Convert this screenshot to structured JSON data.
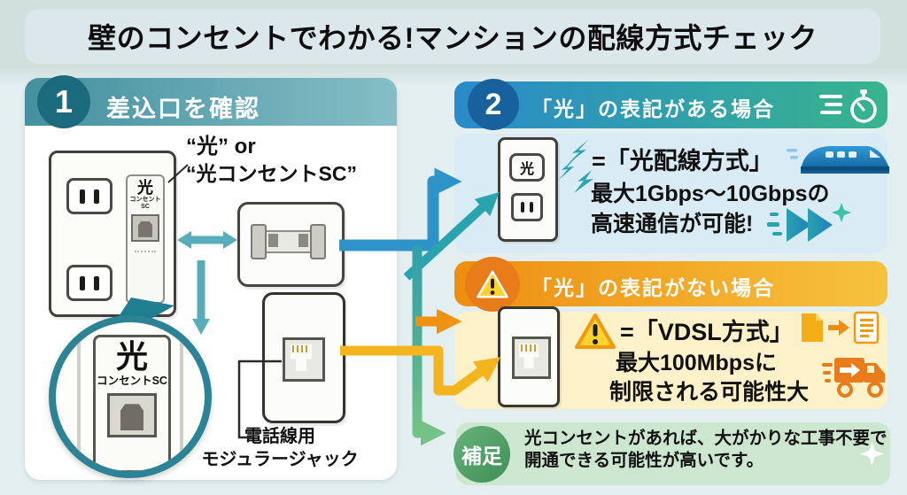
{
  "title": "壁のコンセントでわかる!マンションの配線方式チェック",
  "palette": {
    "step1_header_from": "#44909F",
    "step1_header_to": "#85BEC6",
    "step1_badge": "#1B6B7D",
    "step2_header_from": "#2A8ACA",
    "step2_header_to": "#37B48D",
    "step2_badge": "#17629C",
    "warning_header_from": "#EE8E10",
    "warning_header_to": "#F6C23E",
    "warning_badge": "#E77C18",
    "note_badge": "#4F9E63",
    "note_bg": "#CDE6CF",
    "panel2_bg": "#D9EBF4",
    "vdsl_bg": "#FDF1CA",
    "arrow_blue": "#2E93C9",
    "arrow_teal": "#2AA3AE",
    "arrow_orange": "#EF9212",
    "arrow_yellow": "#F3B41E",
    "arrow_green": "#74C287"
  },
  "step1": {
    "number": "1",
    "heading": "差込口を確認",
    "callout_line1": "“光” or",
    "callout_line2": "“光コンセントSC”",
    "outlet_tag": "光",
    "outlet_tag_sub": "コンセントSC",
    "magnifier_tag": "光",
    "magnifier_tag_sub": "コンセントSC",
    "jack_caption_line1": "電話線用",
    "jack_caption_line2": "モジュラージャック"
  },
  "step2": {
    "number": "2",
    "heading": "「光」の表記がある場合",
    "outlet_tag": "光",
    "result": "=「光配線方式」",
    "desc_line1": "最大1Gbps〜10Gbpsの",
    "desc_line2": "高速通信が可能!"
  },
  "no_hikari": {
    "heading": "「光」の表記がない場合",
    "result": "=「VDSL方式」",
    "desc_line1": "最大100Mbpsに",
    "desc_line2": "制限される可能性大"
  },
  "note": {
    "badge": "補足",
    "line1": "光コンセントがあれば、大がかりな工事不要で",
    "line2": "開通できる可能性が高いです。"
  }
}
